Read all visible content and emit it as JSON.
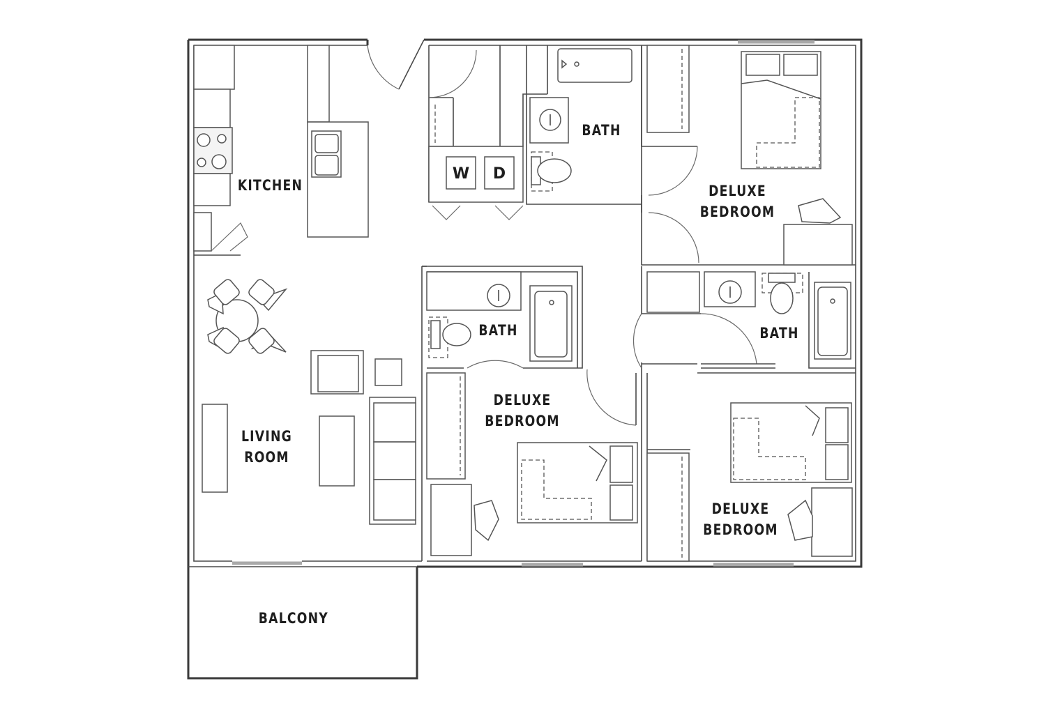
{
  "rooms": {
    "kitchen": "KITCHEN",
    "bath_top": "BATH",
    "bedroom_top_right_line1": "DELUXE",
    "bedroom_top_right_line2": "BEDROOM",
    "living_line1": "LIVING",
    "living_line2": "ROOM",
    "bath_center": "BATH",
    "bedroom_center_line1": "DELUXE",
    "bedroom_center_line2": "BEDROOM",
    "bath_right": "BATH",
    "bedroom_bottom_right_line1": "DELUXE",
    "bedroom_bottom_right_line2": "BEDROOM",
    "balcony": "BALCONY"
  },
  "appliances": {
    "washer": "W",
    "dryer": "D"
  },
  "colors": {
    "wall": "#3a3a3a",
    "window": "#a9a9a9",
    "background": "#ffffff"
  }
}
